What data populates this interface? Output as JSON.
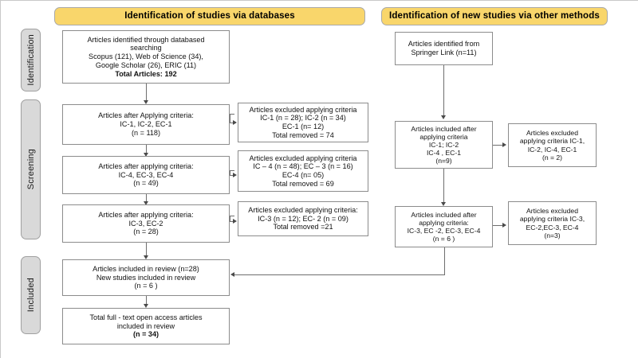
{
  "figure": {
    "type": "prisma-flow-diagram",
    "colors": {
      "header_fill": "#F9D66B",
      "header_border": "#A9A9A9",
      "stage_fill": "#D9D9D9",
      "stage_border": "#A0A0A0",
      "box_border": "#8C8C8C",
      "connector": "#6E6E6E",
      "background": "#FFFFFF"
    }
  },
  "headers": {
    "databases": "Identification of studies via databases",
    "other_methods": "Identification of new studies via other methods"
  },
  "stages": {
    "identification": "Identification",
    "screening": "Screening",
    "included": "Included"
  },
  "boxes": {
    "db_identified": {
      "lines": [
        "Articles identified through databased",
        "searching",
        "Scopus (121), Web of Science (34),",
        "Google Scholar (26), ERIC (11)",
        "Total Articles: 192"
      ],
      "bold_lines": [
        4
      ]
    },
    "screen1_included": {
      "lines": [
        "Articles after Applying criteria:",
        "IC-1, IC-2, EC-1",
        "(n = 118)"
      ],
      "bold_lines": []
    },
    "screen1_excluded": {
      "lines": [
        "Articles excluded applying criteria",
        "IC-1 (n = 28); IC-2 (n = 34)",
        "EC-1 (n= 12)",
        "Total removed = 74"
      ],
      "bold_lines": []
    },
    "screen2_included": {
      "lines": [
        "Articles after applying criteria:",
        "IC-4, EC-3, EC-4",
        "(n = 49)"
      ],
      "bold_lines": []
    },
    "screen2_excluded": {
      "lines": [
        "Articles excluded applying criteria",
        "IC – 4 (n = 48); EC – 3 (n = 16)",
        "EC-4 (n= 05)",
        "Total removed = 69"
      ],
      "bold_lines": []
    },
    "screen3_included": {
      "lines": [
        "Articles after applying criteria:",
        "IC-3, EC-2",
        "(n = 28)"
      ],
      "bold_lines": []
    },
    "screen3_excluded": {
      "lines": [
        "Articles excluded applying criteria:",
        "IC-3 (n = 12); EC- 2 (n = 09)",
        "Total removed =21"
      ],
      "bold_lines": []
    },
    "included_review": {
      "lines": [
        "Articles included in review (n=28)",
        "New studies included in review",
        "(n = 6 )"
      ],
      "bold_lines": []
    },
    "total_fulltext": {
      "lines": [
        "Total full - text open access articles",
        "included in review",
        "(n = 34)"
      ],
      "bold_lines": [
        2
      ]
    },
    "other_identified": {
      "lines": [
        "Articles identified from",
        "Springer Link (n=11)"
      ],
      "bold_lines": []
    },
    "other1_included": {
      "lines": [
        "Articles included after",
        "applying criteria",
        "IC-1; IC-2",
        "IC-4 , EC-1",
        "(n=9)"
      ],
      "bold_lines": []
    },
    "other1_excluded": {
      "lines": [
        "Articles excluded",
        "applying criteria IC-1,",
        "IC-2, IC-4, EC-1",
        "(n = 2)"
      ],
      "bold_lines": []
    },
    "other2_included": {
      "lines": [
        "Articles included after",
        "applying criteria:",
        "IC-3, EC -2, EC-3, EC-4",
        "(n = 6 )"
      ],
      "bold_lines": []
    },
    "other2_excluded": {
      "lines": [
        "Articles excluded",
        "applying criteria IC-3,",
        "EC-2,EC-3, EC-4",
        "(n=3)"
      ],
      "bold_lines": []
    }
  }
}
